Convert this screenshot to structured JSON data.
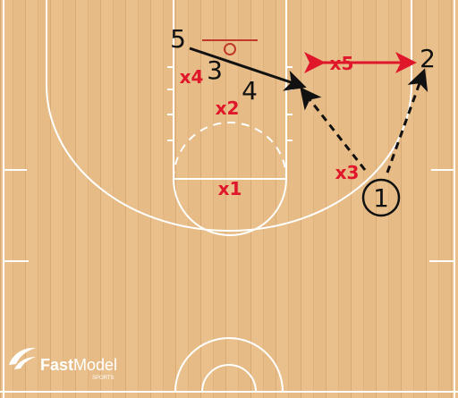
{
  "offense": {
    "p1": "1",
    "p2": "2",
    "p3": "3",
    "p4": "4",
    "p5": "5"
  },
  "defense": {
    "x1": "x1",
    "x2": "x2",
    "x3": "x3",
    "x4": "x4",
    "x5": "x5"
  },
  "logo": {
    "fast": "Fast",
    "model": "Model",
    "sports": "SPORTS"
  },
  "colors": {
    "court": "#e6bb86",
    "lines": "#ffffff",
    "offense": "#111111",
    "defense": "#e0162b"
  }
}
